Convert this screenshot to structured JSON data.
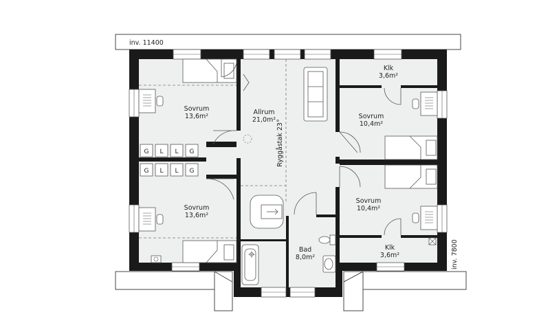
{
  "plan": {
    "dimension_top": "inv. 11400",
    "dimension_right": "inv. 7800",
    "roof_note": "Ryggåstak 23°",
    "rooms": {
      "sovrum_upper_left": {
        "name": "Sovrum",
        "area": "13,6m²"
      },
      "sovrum_lower_left": {
        "name": "Sovrum",
        "area": "13,6m²"
      },
      "allrum": {
        "name": "Allrum",
        "area": "21,0m²"
      },
      "sovrum_upper_right": {
        "name": "Sovrum",
        "area": "10,4m²"
      },
      "sovrum_lower_right": {
        "name": "Sovrum",
        "area": "10,4m²"
      },
      "klk_top": {
        "name": "Klk",
        "area": "3,6m²"
      },
      "klk_bottom": {
        "name": "Klk",
        "area": "3,6m²"
      },
      "bad": {
        "name": "Bad",
        "area": "8,0m²"
      }
    },
    "storage_upper": [
      "G",
      "L",
      "L",
      "G"
    ],
    "storage_lower": [
      "G",
      "L",
      "L",
      "G"
    ]
  }
}
